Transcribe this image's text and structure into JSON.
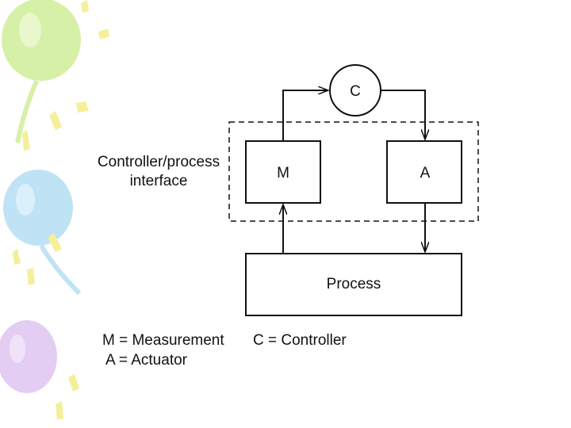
{
  "diagram": {
    "controller_label": "C",
    "measurement_label": "M",
    "actuator_label": "A",
    "process_label": "Process",
    "interface_label_line1": "Controller/process",
    "interface_label_line2": "interface"
  },
  "legend": {
    "measurement": "M = Measurement",
    "controller": "C = Controller",
    "actuator": "A = Actuator"
  },
  "colors": {
    "line": "#111111",
    "balloon_green": "#d6f0a8",
    "balloon_blue": "#bfe3f5",
    "balloon_purple": "#e3cdf2",
    "sparkle_yellow": "#f5ef9a"
  }
}
